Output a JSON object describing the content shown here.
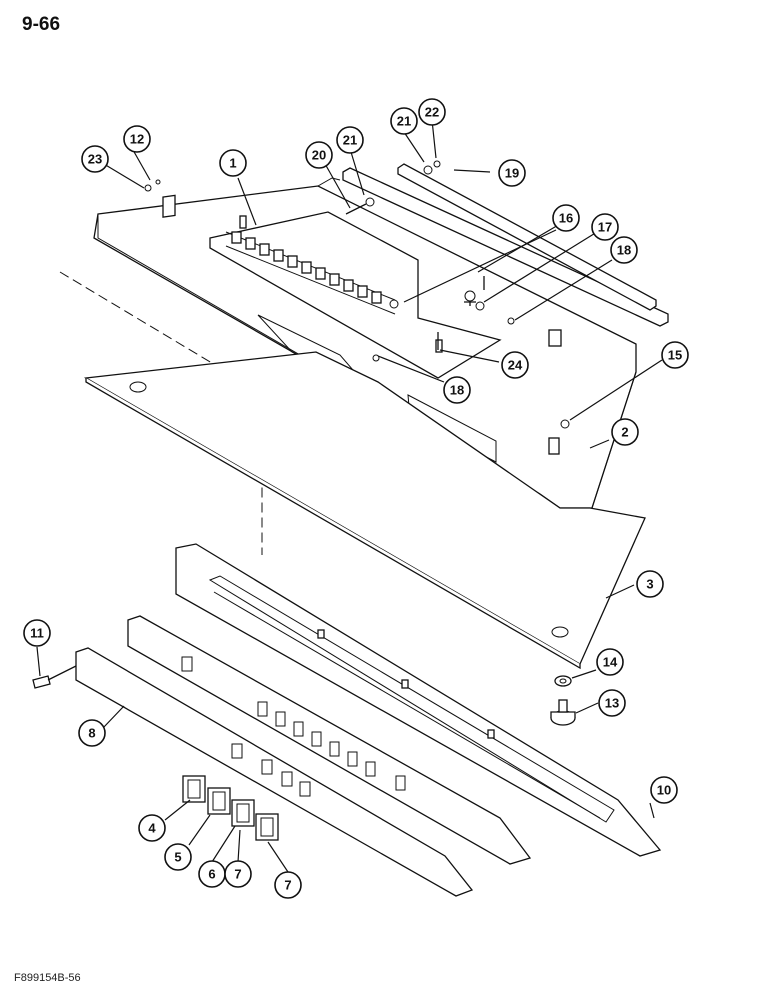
{
  "page_number": "9-66",
  "figure_id": "F899154B-56",
  "colors": {
    "ink": "#111111",
    "paper": "#ffffff",
    "mat_speckle": "#777777"
  },
  "callouts": [
    {
      "id": "c1",
      "label": "1"
    },
    {
      "id": "c2",
      "label": "2"
    },
    {
      "id": "c3",
      "label": "3"
    },
    {
      "id": "c4",
      "label": "4"
    },
    {
      "id": "c5",
      "label": "5"
    },
    {
      "id": "c6",
      "label": "6"
    },
    {
      "id": "c7a",
      "label": "7"
    },
    {
      "id": "c7b",
      "label": "7"
    },
    {
      "id": "c8",
      "label": "8"
    },
    {
      "id": "c10",
      "label": "10"
    },
    {
      "id": "c11",
      "label": "11"
    },
    {
      "id": "c12",
      "label": "12"
    },
    {
      "id": "c13",
      "label": "13"
    },
    {
      "id": "c14",
      "label": "14"
    },
    {
      "id": "c15",
      "label": "15"
    },
    {
      "id": "c16",
      "label": "16"
    },
    {
      "id": "c17",
      "label": "17"
    },
    {
      "id": "c18a",
      "label": "18"
    },
    {
      "id": "c18b",
      "label": "18"
    },
    {
      "id": "c19",
      "label": "19"
    },
    {
      "id": "c20",
      "label": "20"
    },
    {
      "id": "c21a",
      "label": "21"
    },
    {
      "id": "c21b",
      "label": "21"
    },
    {
      "id": "c22",
      "label": "22"
    },
    {
      "id": "c23",
      "label": "23"
    },
    {
      "id": "c24",
      "label": "24"
    }
  ]
}
